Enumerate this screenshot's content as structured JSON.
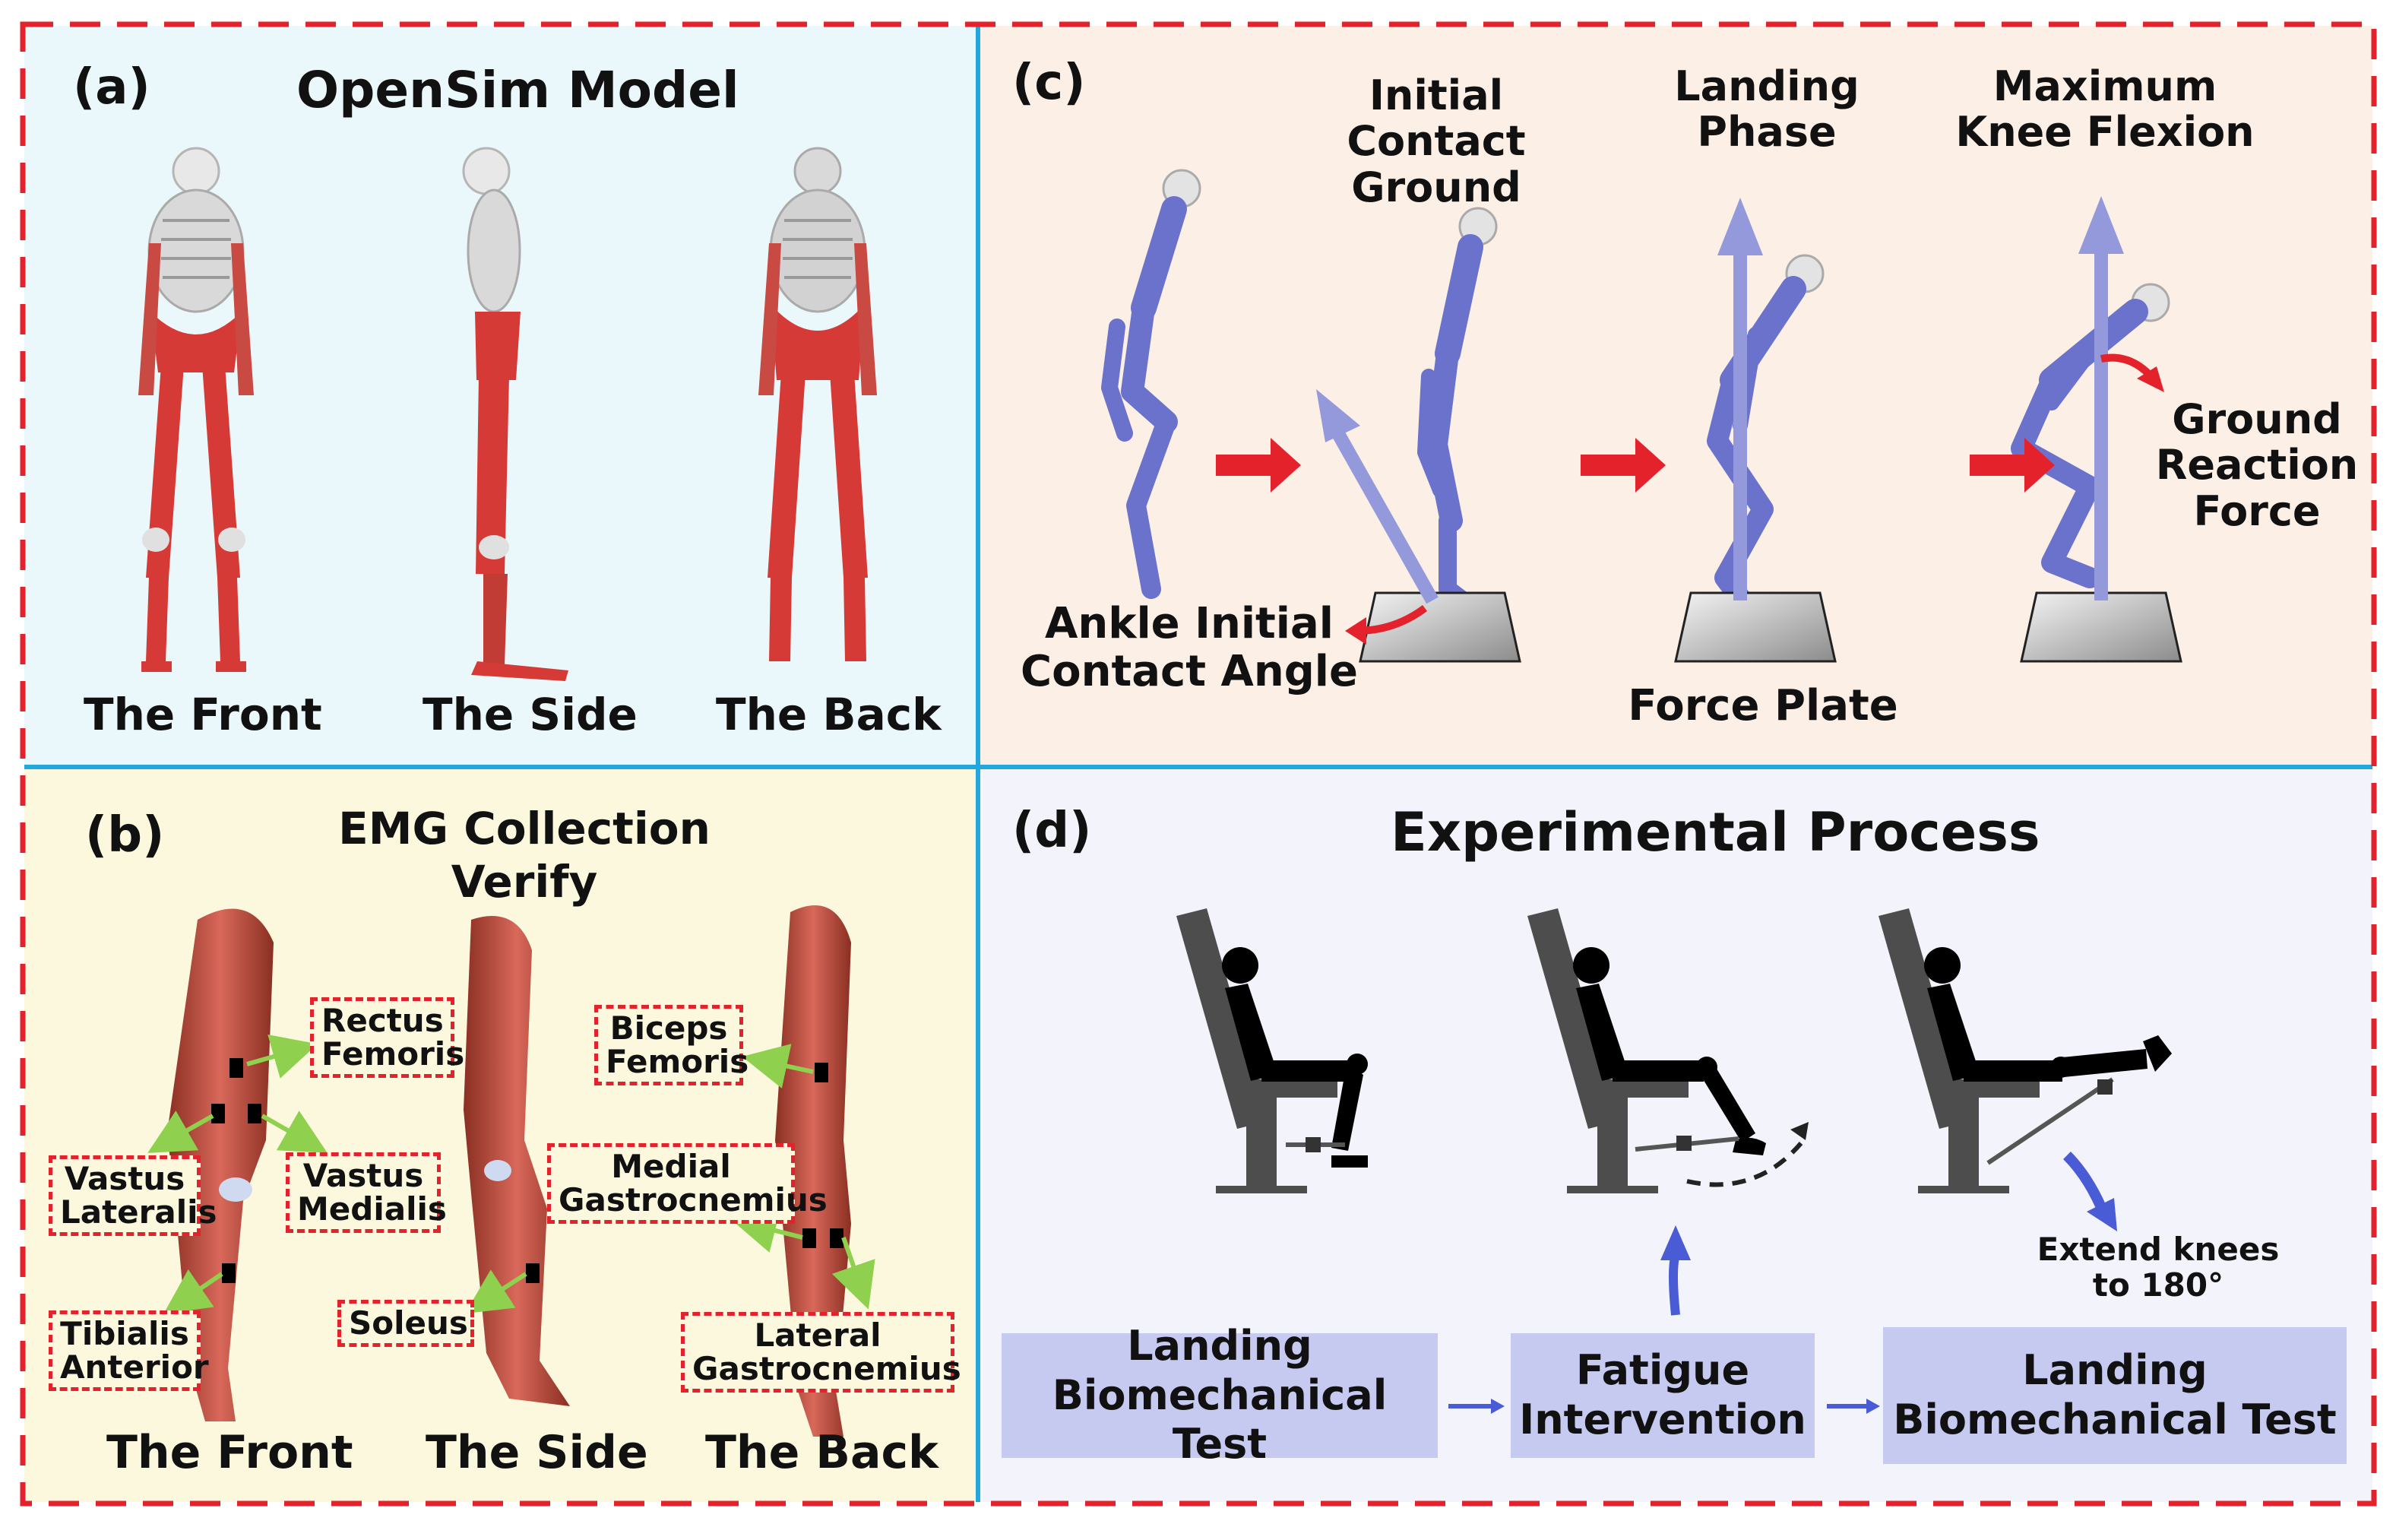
{
  "panel_a": {
    "tag": "(a)",
    "title": "OpenSim Model",
    "views": [
      "The Front",
      "The Side",
      "The Back"
    ]
  },
  "panel_b": {
    "tag": "(b)",
    "title_line1": "EMG Collection",
    "title_line2": "Verify",
    "muscles": {
      "rectus_femoris": "Rectus\nFemoris",
      "vastus_lateralis": "Vastus\nLateralis",
      "vastus_medialis": "Vastus\nMedialis",
      "tibialis_anterior": "Tibialis\nAnterior",
      "soleus": "Soleus",
      "biceps_femoris": "Biceps\nFemoris",
      "medial_gastrocnemius": "Medial\nGastrocnemius",
      "lateral_gastrocnemius": "Lateral\nGastrocnemius"
    },
    "views": [
      "The Front",
      "The Side",
      "The Back"
    ]
  },
  "panel_c": {
    "tag": "(c)",
    "phase_initial_contact": "Initial Contact\nGround",
    "phase_landing": "Landing\nPhase",
    "phase_max_knee": "Maximum\nKnee Flexion",
    "ankle_label": "Ankle Initial\nContact Angle",
    "force_plate_label": "Force Plate",
    "grf_label": "Ground\nReaction\nForce"
  },
  "panel_d": {
    "tag": "(d)",
    "title": "Experimental Process",
    "step1": "Landing\nBiomechanical Test",
    "step2": "Fatigue\nIntervention",
    "step3": "Landing\nBiomechanical Test",
    "extend_note": "Extend knees\nto 180°"
  },
  "colors": {
    "frame_dash": "#e4222b",
    "divider": "#22a8dc",
    "panel_a_bg": "#eaf7fb",
    "panel_b_bg": "#fbf8de",
    "panel_c_bg": "#fcefe5",
    "panel_d_bg": "#f3f3fb",
    "muscle_red": "#d63a36",
    "skeleton_blue": "#6a72cc",
    "flow_box": "#c7caf0"
  }
}
